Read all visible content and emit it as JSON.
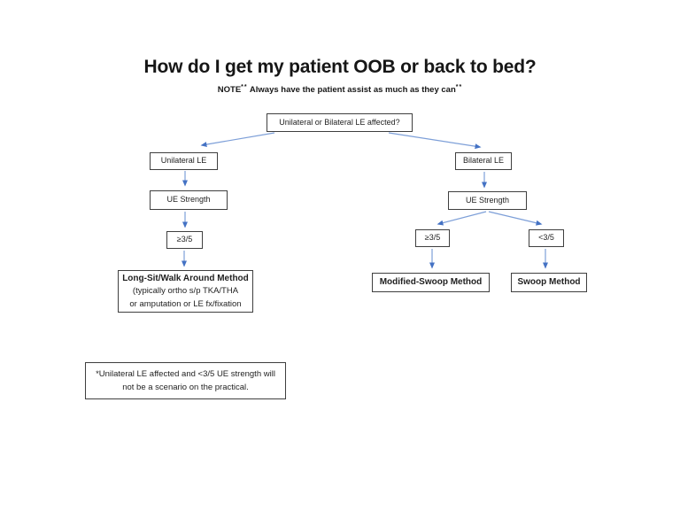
{
  "page": {
    "title": "How do I get my patient OOB or back to bed?",
    "note": {
      "prefix": "NOTE",
      "sup_a": "**",
      "body": " Always have the patient assist as much as they can",
      "sup_b": "**"
    }
  },
  "flowchart": {
    "root_question": "Unilateral or Bilateral LE affected?",
    "left_branch": {
      "condition": "Unilateral LE",
      "strength": "UE Strength",
      "threshold": "≥3/5",
      "method": {
        "title": "Long-Sit/Walk Around Method",
        "line2": "(typically ortho s/p TKA/THA",
        "line3": "or amputation or LE fx/fixation"
      }
    },
    "right_branch": {
      "condition": "Bilateral LE",
      "strength": "UE Strength",
      "threshold_ge": "≥3/5",
      "threshold_lt": "<3/5",
      "method_ge": "Modified-Swoop Method",
      "method_lt": "Swoop Method"
    },
    "footnote": {
      "line1": "*Unilateral LE affected and <3/5 UE strength will",
      "line2": "not be a scenario on the practical."
    }
  },
  "colors": {
    "arrow_line": "#7d9fd8",
    "arrow_head": "#4472c4",
    "box_border": "#3f3f3f",
    "text": "#1f1f1f"
  }
}
